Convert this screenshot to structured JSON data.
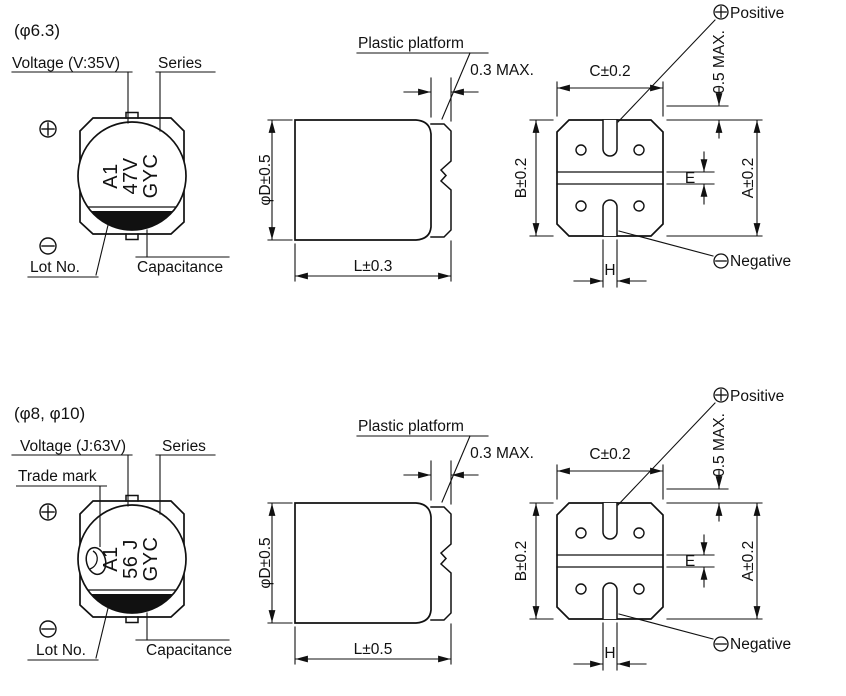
{
  "colors": {
    "line": "#111111",
    "background": "#ffffff",
    "polarity_stripe": "#111111"
  },
  "sections": [
    {
      "id": "phi63",
      "size_label": "(φ6.3)",
      "front_view": {
        "voltage_label": "Voltage (V:35V)",
        "series_label": "Series",
        "marking": [
          "A1",
          "47V",
          "GYC"
        ],
        "lot_no_label": "Lot No.",
        "capacitance_label": "Capacitance"
      },
      "side_view": {
        "platform_label": "Plastic platform",
        "dim_platform_gap": "0.3 MAX.",
        "dim_diameter": "φD±0.5",
        "dim_length": "L±0.3"
      },
      "bottom_view": {
        "dim_width_c": "C±0.2",
        "dim_top_clearance": "0.5 MAX.",
        "positive_label": "Positive",
        "negative_label": "Negative",
        "dim_width_b": "B±0.2",
        "dim_gap_e": "E",
        "dim_width_a": "A±0.2",
        "dim_slot_h": "H"
      }
    },
    {
      "id": "phi8_phi10",
      "size_label": "(φ8, φ10)",
      "front_view": {
        "voltage_label": "Voltage (J:63V)",
        "series_label": "Series",
        "trade_mark_label": "Trade mark",
        "marking": [
          "A1",
          "56 J",
          "GYC"
        ],
        "lot_no_label": "Lot No.",
        "capacitance_label": "Capacitance"
      },
      "side_view": {
        "platform_label": "Plastic platform",
        "dim_platform_gap": "0.3 MAX.",
        "dim_diameter": "φD±0.5",
        "dim_length": "L±0.5"
      },
      "bottom_view": {
        "dim_width_c": "C±0.2",
        "dim_top_clearance": "0.5 MAX.",
        "positive_label": "Positive",
        "negative_label": "Negative",
        "dim_width_b": "B±0.2",
        "dim_gap_e": "E",
        "dim_width_a": "A±0.2",
        "dim_slot_h": "H"
      }
    }
  ]
}
